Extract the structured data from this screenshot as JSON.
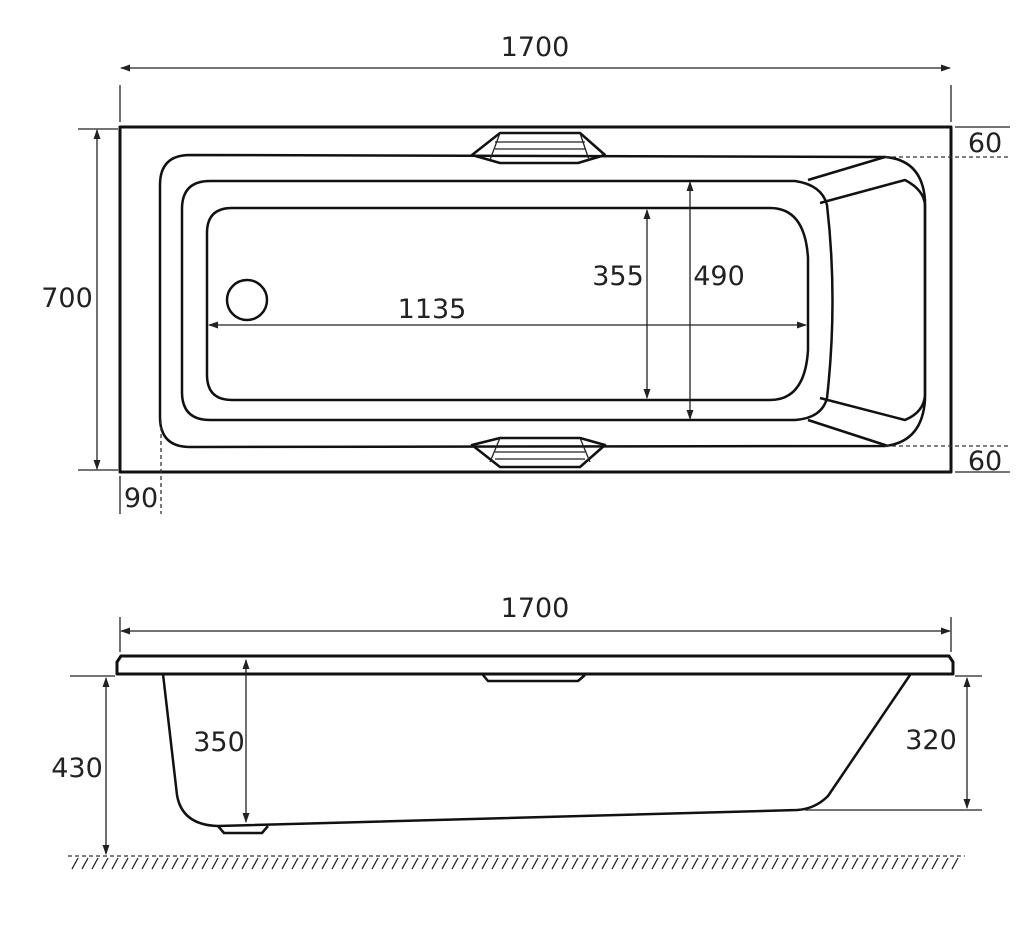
{
  "colors": {
    "line": "#111111",
    "background": "#ffffff"
  },
  "plan_view": {
    "overall_length": "1700",
    "overall_width": "700",
    "rim_top": "60",
    "rim_bottom": "60",
    "rim_left": "90",
    "inner_width": "490",
    "floor_width": "355",
    "floor_length": "1135"
  },
  "side_view": {
    "overall_length": "1700",
    "overall_height": "430",
    "depth_at_waste": "350",
    "depth_at_backrest": "320"
  }
}
